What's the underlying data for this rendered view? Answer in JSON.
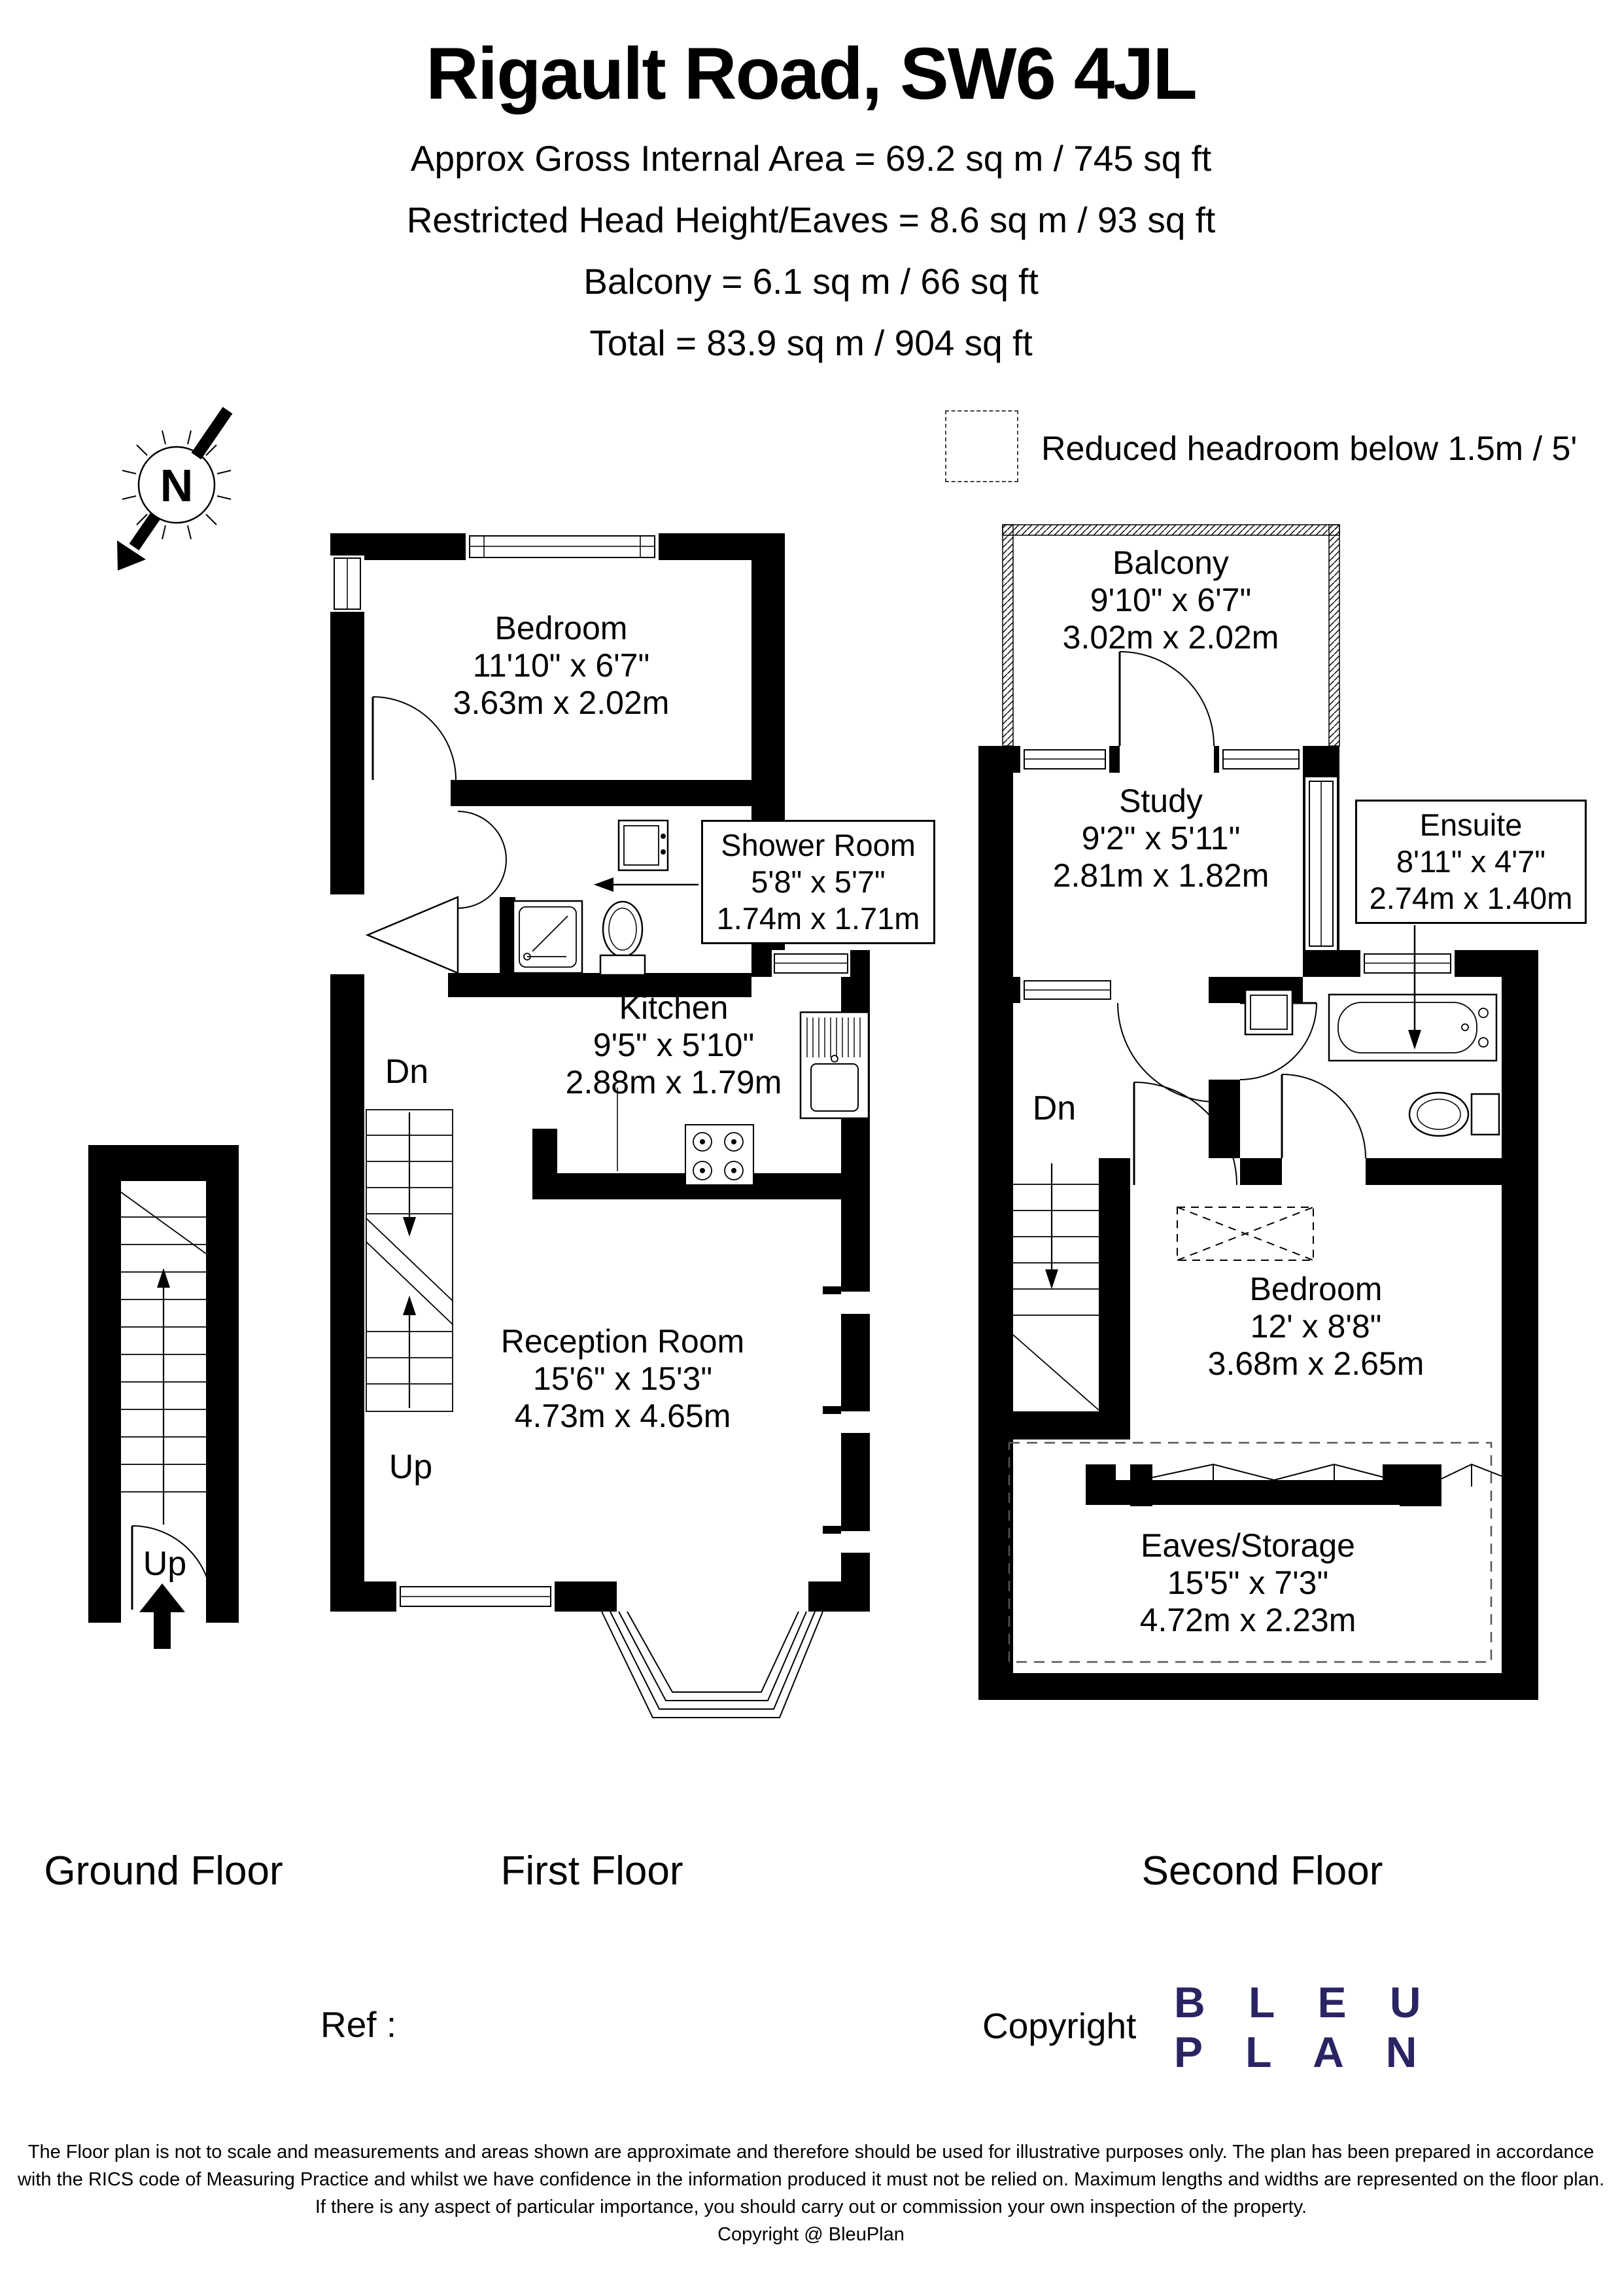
{
  "header": {
    "title": "Rigault Road, SW6 4JL",
    "line1": "Approx Gross Internal Area = 69.2 sq m / 745 sq ft",
    "line2": "Restricted Head Height/Eaves = 8.6 sq m / 93 sq ft",
    "line3": "Balcony = 6.1 sq m / 66 sq ft",
    "line4": "Total = 83.9 sq m / 904 sq ft"
  },
  "compass": {
    "letter": "N"
  },
  "legend": {
    "label": "Reduced headroom below 1.5m / 5'"
  },
  "floors": {
    "ground": {
      "caption": "Ground Floor",
      "up_label": "Up"
    },
    "first": {
      "caption": "First Floor",
      "dn_label": "Dn",
      "up_label": "Up",
      "rooms": {
        "bedroom": {
          "name": "Bedroom",
          "imperial": "11'10\" x 6'7\"",
          "metric": "3.63m x 2.02m"
        },
        "shower": {
          "name": "Shower Room",
          "imperial": "5'8\" x 5'7\"",
          "metric": "1.74m x 1.71m"
        },
        "kitchen": {
          "name": "Kitchen",
          "imperial": "9'5\" x 5'10\"",
          "metric": "2.88m x 1.79m"
        },
        "reception": {
          "name": "Reception Room",
          "imperial": "15'6\" x 15'3\"",
          "metric": "4.73m x 4.65m"
        }
      }
    },
    "second": {
      "caption": "Second Floor",
      "dn_label": "Dn",
      "rooms": {
        "balcony": {
          "name": "Balcony",
          "imperial": "9'10\" x 6'7\"",
          "metric": "3.02m x 2.02m"
        },
        "study": {
          "name": "Study",
          "imperial": "9'2\" x 5'11\"",
          "metric": "2.81m x 1.82m"
        },
        "ensuite": {
          "name": "Ensuite",
          "imperial": "8'11\" x 4'7\"",
          "metric": "2.74m x 1.40m"
        },
        "bedroom": {
          "name": "Bedroom",
          "imperial": "12' x 8'8\"",
          "metric": "3.68m x 2.65m"
        },
        "eaves": {
          "name": "Eaves/Storage",
          "imperial": "15'5\" x 7'3\"",
          "metric": "4.72m x 2.23m"
        }
      }
    }
  },
  "footer": {
    "ref_label": "Ref  :",
    "copyright_label": "Copyright",
    "logo_line1": "B L E U",
    "logo_line2": "P L A N",
    "logo_color": "#2b2463"
  },
  "disclaimer": {
    "line1": "The Floor plan is not to scale and measurements and areas shown are approximate and therefore should be used for illustrative purposes only. The plan has been prepared in accordance",
    "line2": "with the RICS code of Measuring Practice and whilst we have confidence in the information produced it must not be relied on. Maximum lengths and widths are represented on the floor plan.",
    "line3": "If there is any aspect of particular importance, you should carry out or commission your own inspection of the property.",
    "line4": "Copyright @ BleuPlan"
  }
}
